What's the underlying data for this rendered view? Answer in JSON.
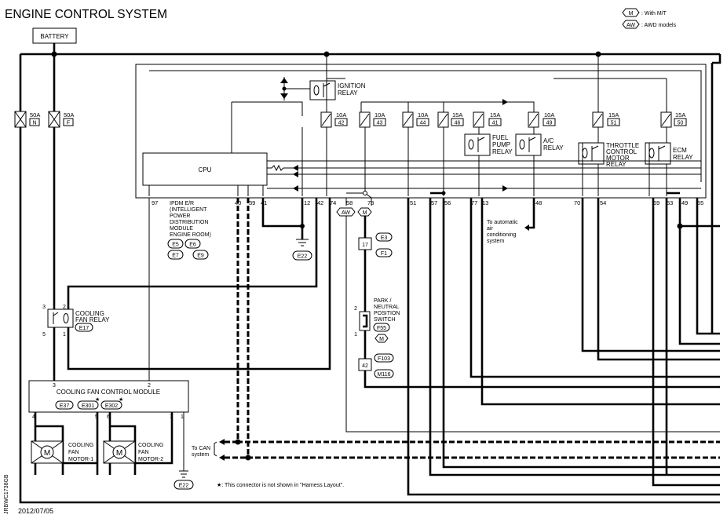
{
  "title": "ENGINE CONTROL SYSTEM",
  "legend": [
    {
      "code": "M",
      "text": ": With M/T"
    },
    {
      "code": "AW",
      "text": ": AWD models"
    }
  ],
  "battery_label": "BATTERY",
  "fuses_main": [
    {
      "amp": "50A",
      "id": "N"
    },
    {
      "amp": "50A",
      "id": "F"
    }
  ],
  "fuses_ipdm": [
    {
      "amp": "10A",
      "id": "42"
    },
    {
      "amp": "10A",
      "id": "43"
    },
    {
      "amp": "10A",
      "id": "44"
    },
    {
      "amp": "15A",
      "id": "46"
    },
    {
      "amp": "15A",
      "id": "41"
    },
    {
      "amp": "10A",
      "id": "49"
    },
    {
      "amp": "15A",
      "id": "51"
    },
    {
      "amp": "15A",
      "id": "50"
    }
  ],
  "relays": {
    "ignition": [
      "IGNITION",
      "RELAY"
    ],
    "fuel_pump": [
      "FUEL",
      "PUMP",
      "RELAY"
    ],
    "ac": [
      "A/C",
      "RELAY"
    ],
    "throttle": [
      "THROTTLE",
      "CONTROL",
      "MOTOR",
      "RELAY"
    ],
    "ecm": [
      "ECM",
      "RELAY"
    ]
  },
  "cpu_label": "CPU",
  "ipdm_pins": [
    "97",
    "40",
    "39",
    "41",
    "12",
    "42",
    "74",
    "58",
    "73",
    "51",
    "57",
    "56",
    "77",
    "13",
    "48",
    "70",
    "54",
    "69",
    "53",
    "49",
    "55"
  ],
  "ipdm_label": [
    "IPDM E/R",
    "(INTELLIGENT",
    "POWER",
    "DISTRIBUTION",
    "MODULE",
    "ENGINE ROOM)"
  ],
  "ipdm_connectors": [
    "E5",
    "E6",
    "E7",
    "E9"
  ],
  "ground_e22": "E22",
  "option_aw": "AW",
  "option_m": "M",
  "to_ac": [
    "To automatic",
    "air",
    "conditioning",
    "system"
  ],
  "joint_connector": {
    "pin": "17",
    "conn_a": "E3",
    "conn_b": "F1"
  },
  "pnp_switch": {
    "label": [
      "PARK /",
      "NEUTRAL",
      "POSITION",
      "SWITCH"
    ],
    "pin_top": "2",
    "pin_bottom": "1",
    "connector": "F55",
    "option": "M"
  },
  "pin_42": {
    "pin": "42",
    "conn_a": "F103",
    "conn_b": "M116"
  },
  "cooling_fan_relay": {
    "label": [
      "COOLING",
      "FAN RELAY"
    ],
    "connector": "E17",
    "pins": [
      "3",
      "2",
      "5",
      "1"
    ]
  },
  "cooling_fan_module": {
    "label": "COOLING FAN CONTROL MODULE",
    "pin_top_left": "3",
    "pin_top_mid": "2",
    "pins_bottom": [
      "4",
      "5",
      "6",
      "7",
      "1"
    ],
    "connectors": [
      "E37",
      "E301",
      "E302"
    ],
    "star": "★"
  },
  "fan_motor_1": [
    "COOLING",
    "FAN",
    "MOTOR-1"
  ],
  "fan_motor_2": [
    "COOLING",
    "FAN",
    "MOTOR-2"
  ],
  "fan_motor_glyph": "M",
  "to_can": [
    "To CAN",
    "system"
  ],
  "footnote": "★: This connector is not shown in \"Harness Layout\".",
  "date": "2012/07/05",
  "side_code": "JRBWC1738GB"
}
